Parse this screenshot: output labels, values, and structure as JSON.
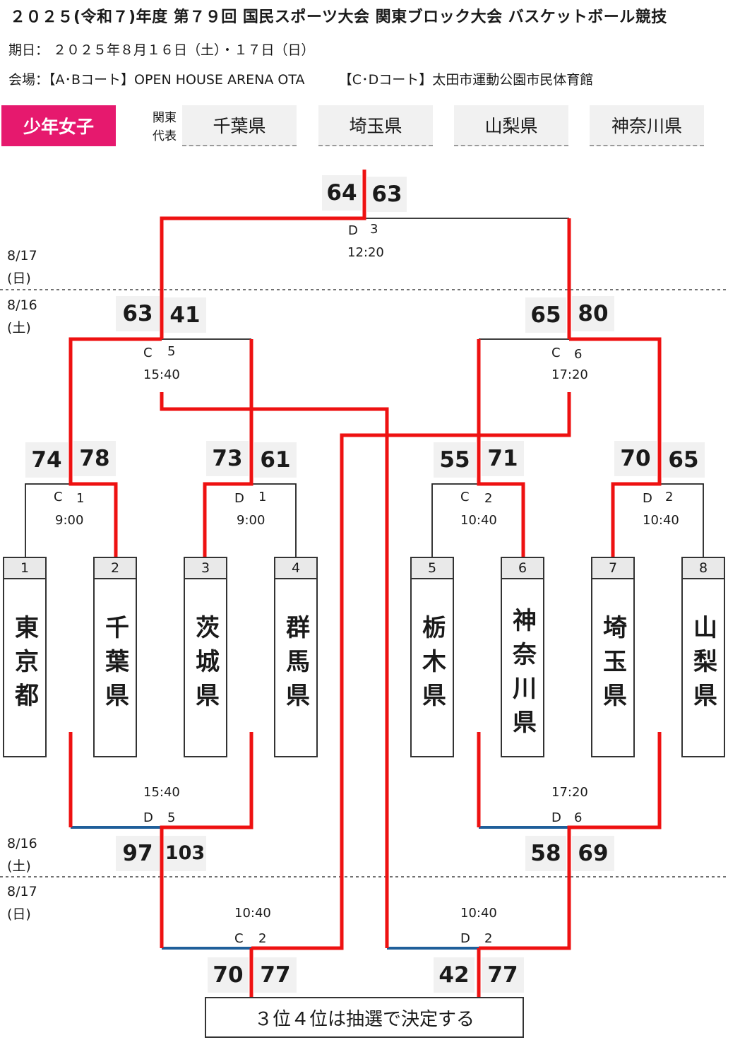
{
  "header": {
    "title": "２０２５(令和７)年度 第７９回 国民スポーツ大会 関東ブロック大会 バスケットボール競技",
    "period": "期日：  ２０２５年８月１６日（土）・１７日（日）",
    "venue": "会場：【A･Bコート】OPEN HOUSE ARENA OTA        【C･Dコート】太田市運動公園市民体育館"
  },
  "category": "少年女子",
  "representatives": {
    "label": "関東代表",
    "teams": [
      "千葉県",
      "埼玉県",
      "山梨県",
      "神奈川県"
    ]
  },
  "teams": [
    {
      "num": "1",
      "name": "東京都"
    },
    {
      "num": "2",
      "name": "千葉県"
    },
    {
      "num": "3",
      "name": "茨城県"
    },
    {
      "num": "4",
      "name": "群馬県"
    },
    {
      "num": "5",
      "name": "栃木県"
    },
    {
      "num": "6",
      "name": "神奈川県"
    },
    {
      "num": "7",
      "name": "埼玉県"
    },
    {
      "num": "8",
      "name": "山梨県"
    }
  ],
  "dates": {
    "d817_top": "8/17\n(日)",
    "d816_top": "8/16\n(土)",
    "d816_bottom": "8/16\n(土)",
    "d817_bottom": "8/17\n(日)"
  },
  "matches": {
    "r1_a": {
      "court": "C",
      "game": "1",
      "time": "9:00",
      "left": "74",
      "right": "78"
    },
    "r1_b": {
      "court": "D",
      "game": "1",
      "time": "9:00",
      "left": "73",
      "right": "61"
    },
    "r1_c": {
      "court": "C",
      "game": "2",
      "time": "10:40",
      "left": "55",
      "right": "71"
    },
    "r1_d": {
      "court": "D",
      "game": "2",
      "time": "10:40",
      "left": "70",
      "right": "65"
    },
    "semi_left": {
      "court": "C",
      "game": "5",
      "time": "15:40",
      "left": "63",
      "right": "41"
    },
    "semi_right": {
      "court": "C",
      "game": "6",
      "time": "17:20",
      "left": "65",
      "right": "80"
    },
    "final": {
      "court": "D",
      "game": "3",
      "time": "12:20",
      "left": "64",
      "right": "63"
    },
    "cons_left": {
      "court": "D",
      "game": "5",
      "time": "15:40",
      "left": "97",
      "right": "103"
    },
    "cons_right": {
      "court": "D",
      "game": "6",
      "time": "17:20",
      "left": "58",
      "right": "69"
    },
    "place_left": {
      "court": "C",
      "game": "2",
      "time": "10:40",
      "left": "70",
      "right": "77"
    },
    "place_right": {
      "court": "D",
      "game": "2",
      "time": "10:40",
      "left": "42",
      "right": "77"
    }
  },
  "note": "３位４位は抽選で決定する",
  "colors": {
    "accent": "#e6196e",
    "win_line": "#ee1111",
    "lose_line": "#222222",
    "blue_line": "#1f5f9a"
  }
}
